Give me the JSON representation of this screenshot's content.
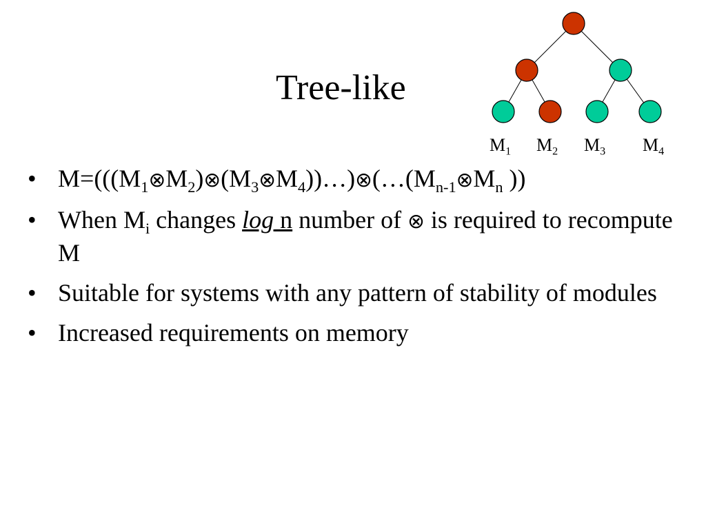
{
  "slide": {
    "title": "Tree-like",
    "tree": {
      "colors": {
        "red": "#cc3300",
        "green": "#00cc99"
      },
      "nodes": [
        {
          "id": "root",
          "color": "red"
        },
        {
          "id": "left",
          "color": "red"
        },
        {
          "id": "right",
          "color": "green"
        },
        {
          "id": "m1",
          "color": "green"
        },
        {
          "id": "m2",
          "color": "red"
        },
        {
          "id": "m3",
          "color": "green"
        },
        {
          "id": "m4",
          "color": "green"
        }
      ],
      "leaf_labels": [
        {
          "base": "M",
          "sub": "1"
        },
        {
          "base": "M",
          "sub": "2"
        },
        {
          "base": "M",
          "sub": "3"
        },
        {
          "base": "M",
          "sub": "4"
        }
      ]
    },
    "bullets": {
      "b1": {
        "t0": "M=(((M",
        "s1": "1",
        "op1": "⊗",
        "t1": "M",
        "s2": "2",
        "t2": ")",
        "op2": "⊗",
        "t3": "(M",
        "s3": "3",
        "op3": "⊗",
        "t4": "M",
        "s4": "4",
        "t5": "))…)",
        "op4": "⊗",
        "t6": "(…(M",
        "s5": "n-1",
        "op5": "⊗",
        "t7": "M",
        "s6": "n",
        "t8": " ))"
      },
      "b2": {
        "t0": "When M",
        "s1": "i",
        "t1": " changes ",
        "u1": "log",
        "u2": " n",
        "t2": " number of ",
        "op1": "⊗",
        "t3": " is required to recompute M"
      },
      "b3": {
        "text": "Suitable for systems with any pattern of stability of modules"
      },
      "b4": {
        "text": "Increased requirements on memory"
      }
    }
  }
}
